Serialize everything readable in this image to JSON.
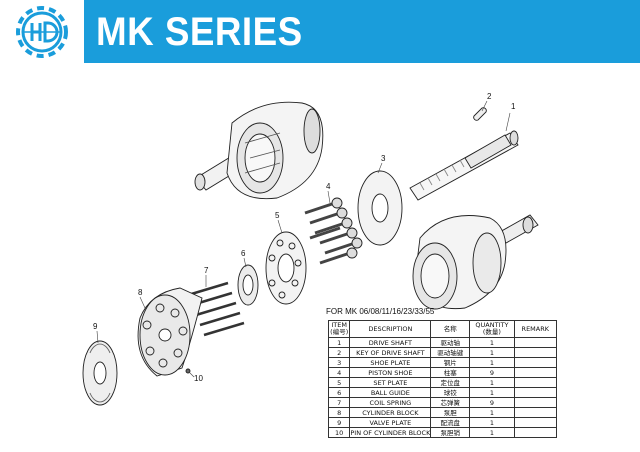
{
  "header": {
    "title": "MK SERIES",
    "logo_name": "hd-gear-logo",
    "brand_color": "#1a9ddb"
  },
  "diagram": {
    "callouts": [
      "1",
      "2",
      "3",
      "4",
      "5",
      "6",
      "7",
      "8",
      "9",
      "10"
    ]
  },
  "parts_table": {
    "caption": "FOR MK 06/08/11/16/23/33/55",
    "headers": {
      "item": "ITEM",
      "item_sub": "(编号)",
      "description": "DESCRIPTION",
      "name_cn": "名称",
      "quantity": "QUANTITY",
      "quantity_sub": "(数量)",
      "remark": "REMARK"
    },
    "rows": [
      {
        "item": "1",
        "description": "DRIVE SHAFT",
        "name_cn": "驱动轴",
        "quantity": "1",
        "remark": ""
      },
      {
        "item": "2",
        "description": "KEY OF DRIVE SHAFT",
        "name_cn": "驱动轴键",
        "quantity": "1",
        "remark": ""
      },
      {
        "item": "3",
        "description": "SHOE PLATE",
        "name_cn": "钢片",
        "quantity": "1",
        "remark": ""
      },
      {
        "item": "4",
        "description": "PISTON SHOE",
        "name_cn": "柱塞",
        "quantity": "9",
        "remark": ""
      },
      {
        "item": "5",
        "description": "SET PLATE",
        "name_cn": "定位盘",
        "quantity": "1",
        "remark": ""
      },
      {
        "item": "6",
        "description": "BALL GUIDE",
        "name_cn": "球铰",
        "quantity": "1",
        "remark": ""
      },
      {
        "item": "7",
        "description": "COIL SPRING",
        "name_cn": "芯弹簧",
        "quantity": "9",
        "remark": ""
      },
      {
        "item": "8",
        "description": "CYLINDER BLOCK",
        "name_cn": "泵胆",
        "quantity": "1",
        "remark": ""
      },
      {
        "item": "9",
        "description": "VALVE PLATE",
        "name_cn": "配流盘",
        "quantity": "1",
        "remark": ""
      },
      {
        "item": "10",
        "description": "PIN OF CYLINDER BLOCK",
        "name_cn": "泵胆销",
        "quantity": "1",
        "remark": ""
      }
    ]
  }
}
